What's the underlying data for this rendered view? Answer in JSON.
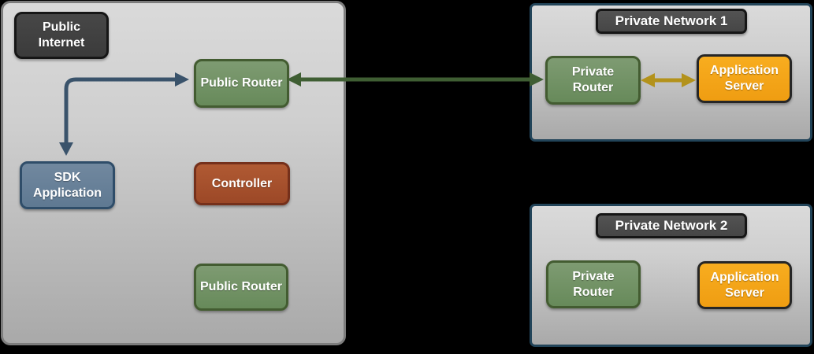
{
  "colors": {
    "background": "#000000",
    "zone_fill_top": "#dadada",
    "zone_fill_bottom": "#a9a9a9",
    "public_zone_border": "#7d7d7d",
    "private_zone_border": "#224459",
    "router_green": "#74916a",
    "router_green_border": "#435c31",
    "sdk_blue": "#68809b",
    "sdk_blue_border": "#2f4d69",
    "controller_rust": "#a8532e",
    "controller_rust_border": "#75301b",
    "app_server_orange": "#f4a41d",
    "app_server_orange_border": "#262626",
    "label_box_dark": "#424242",
    "label_box_dark_border": "#161616"
  },
  "zones": {
    "public": {
      "label": "Public Internet",
      "nodes": {
        "public_router_top": "Public Router",
        "sdk_application": "SDK Application",
        "controller": "Controller",
        "public_router_bottom": "Public Router"
      }
    },
    "private1": {
      "label": "Private Network 1",
      "nodes": {
        "private_router": "Private Router",
        "application_server": "Application Server"
      }
    },
    "private2": {
      "label": "Private Network 2",
      "nodes": {
        "private_router": "Private Router",
        "application_server": "Application Server"
      }
    }
  },
  "edges": [
    {
      "id": "sdk-application-public-router",
      "from": "SDK Application",
      "to": "Public Router",
      "bidirectional": true,
      "shape": "elbow",
      "color": "#3a536b"
    },
    {
      "id": "public-router-private-router-1",
      "from": "Public Router",
      "to": "Private Router (Private Network 1)",
      "bidirectional": true,
      "shape": "straight",
      "color": "#3f5e33"
    },
    {
      "id": "private-router-application-server-1",
      "from": "Private Router (Private Network 1)",
      "to": "Application Server (Private Network 1)",
      "bidirectional": true,
      "shape": "straight",
      "color": "#b3921b"
    }
  ]
}
